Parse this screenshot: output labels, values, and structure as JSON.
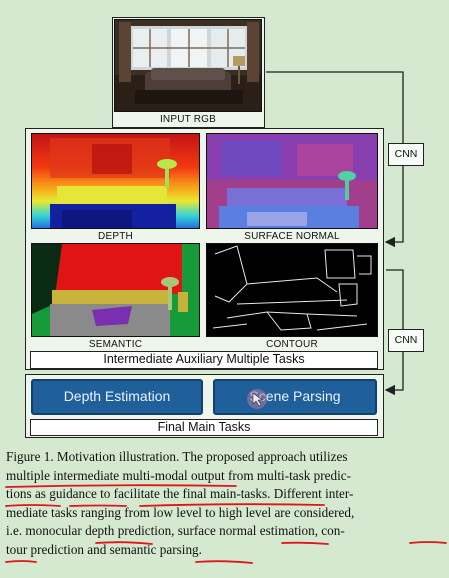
{
  "figure": {
    "input_label": "INPUT RGB",
    "aux_images": [
      {
        "label": "DEPTH"
      },
      {
        "label": "SURFACE NORMAL"
      },
      {
        "label": "SEMANTIC"
      },
      {
        "label": "CONTOUR"
      }
    ],
    "cnn_label_1": "CNN",
    "cnn_label_2": "CNN",
    "aux_panel_title": "Intermediate Auxiliary Multiple Tasks",
    "main_tasks": [
      "Depth Estimation",
      "Scene Parsing"
    ],
    "main_panel_title": "Final Main Tasks"
  },
  "caption": {
    "lines": [
      "Figure 1. Motivation illustration. The proposed approach utilizes",
      "multiple intermediate multi-modal output from multi-task predic-",
      "tions as guidance to facilitate the final main-tasks. Different inter-",
      "mediate tasks ranging from low level to high level are considered,",
      "i.e. monocular depth prediction, surface normal estimation, con-",
      "tour prediction and semantic parsing."
    ]
  },
  "colors": {
    "background": "#d4e9cf",
    "task_button": "#1f5f9a",
    "annotation_red": "#e0141b"
  }
}
